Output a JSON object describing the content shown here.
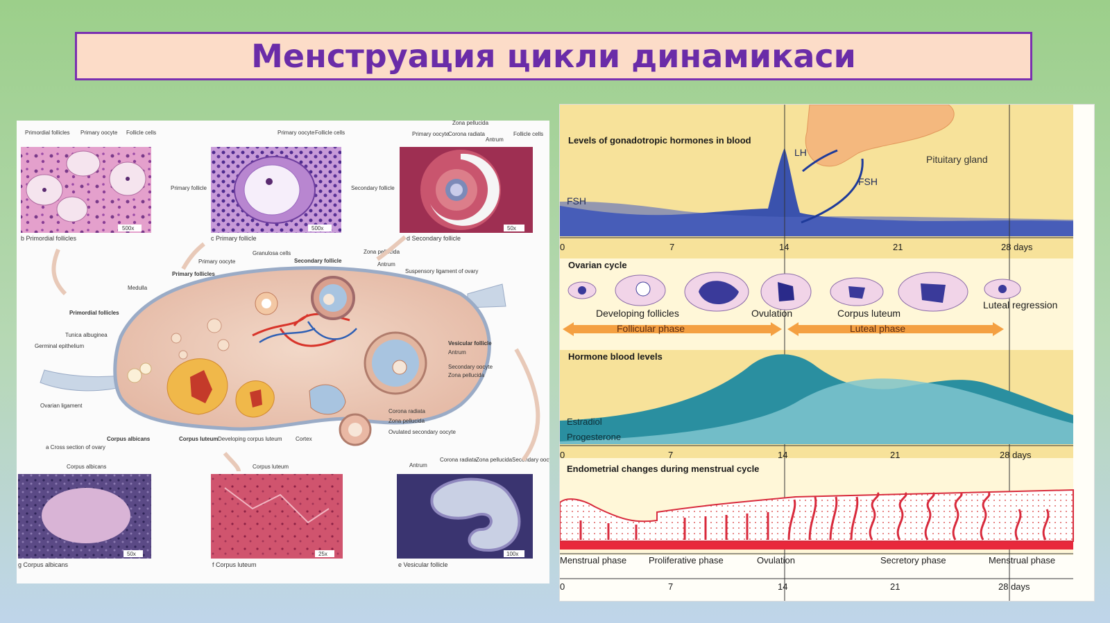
{
  "title": "Менструация цикли динамикаси",
  "left": {
    "top": {
      "b_labels": [
        "Primordial follicles",
        "Primary oocyte",
        "Follicle cells"
      ],
      "b_mag": "500x",
      "b_caption": "b Primordial follicles",
      "c_labels": [
        "Primary oocyte",
        "Follicle cells",
        "Primary follicle"
      ],
      "c_mag": "500x",
      "c_caption": "c Primary follicle",
      "d_labels": [
        "Zona pellucida",
        "Primary oocyte",
        "Corona radiata",
        "Antrum",
        "Follicle cells",
        "Secondary follicle"
      ],
      "d_mag": "50x",
      "d_caption": "d Secondary follicle"
    },
    "ovary_labels": {
      "granulosa": "Granulosa cells",
      "zona_pellucida": "Zona pellucida",
      "primary_oocyte": "Primary oocyte",
      "secondary_follicle": "Secondary follicle",
      "antrum": "Antrum",
      "suspensory": "Suspensory ligament of ovary",
      "medulla": "Medulla",
      "primary_follicles": "Primary follicles",
      "primordial_follicles": "Primordial follicles",
      "tunica": "Tunica albuginea",
      "germinal": "Germinal epithelium",
      "vascular_follicle": "Vesicular follicle",
      "antrum2": "Antrum",
      "secondary_oocyte": "Secondary oocyte",
      "zona_pellucida2": "Zona pellucida",
      "ovarian_ligament": "Ovarian ligament",
      "corona_radiata": "Corona radiata",
      "zona_pellucida3": "Zona pellucida",
      "ovulated": "Ovulated secondary oocyte",
      "cross_section": "a Cross section of ovary",
      "corpus_albicans": "Corpus albicans",
      "corpus_luteum": "Corpus luteum",
      "developing_cl": "Developing corpus luteum",
      "cortex": "Cortex"
    },
    "bottom": {
      "g_label": "Corpus albicans",
      "g_mag": "50x",
      "g_caption": "g Corpus albicans",
      "f_label": "Corpus luteum",
      "f_mag": "25x",
      "f_caption": "f Corpus luteum",
      "e_labels": [
        "Antrum",
        "Corona radiata",
        "Zona pellucida",
        "Secondary oocyte"
      ],
      "e_mag": "100x",
      "e_caption": "e Vesicular follicle"
    }
  },
  "right": {
    "gonadotropic_title": "Levels of gonadotropic hormones in blood",
    "lh": "LH",
    "fsh_arrow": "FSH",
    "fsh": "FSH",
    "pituitary": "Pituitary gland",
    "axis_ticks": [
      "0",
      "7",
      "14",
      "21",
      "28 days"
    ],
    "ovarian_title": "Ovarian cycle",
    "developing_follicles": "Developing follicles",
    "ovulation": "Ovulation",
    "corpus_luteum": "Corpus luteum",
    "luteal_regression": "Luteal regression",
    "follicular_phase": "Follicular phase",
    "luteal_phase": "Luteal phase",
    "hormone_title": "Hormone blood levels",
    "estradiol": "Estradiol",
    "progesterone": "Progesterone",
    "endometrial_title": "Endometrial changes during menstrual cycle",
    "phases": [
      "Menstrual phase",
      "Proliferative phase",
      "Ovulation",
      "Secretory phase",
      "Menstrual phase"
    ]
  },
  "colors": {
    "title": "#6a2ca8",
    "title_bg": "#fcdcc8",
    "panel_bg": "#f7e49a",
    "fsh_fill": "#2741a8",
    "estradiol": "#2a8fa0",
    "progesterone": "#7fc6cf",
    "arrow": "#f4a042"
  }
}
